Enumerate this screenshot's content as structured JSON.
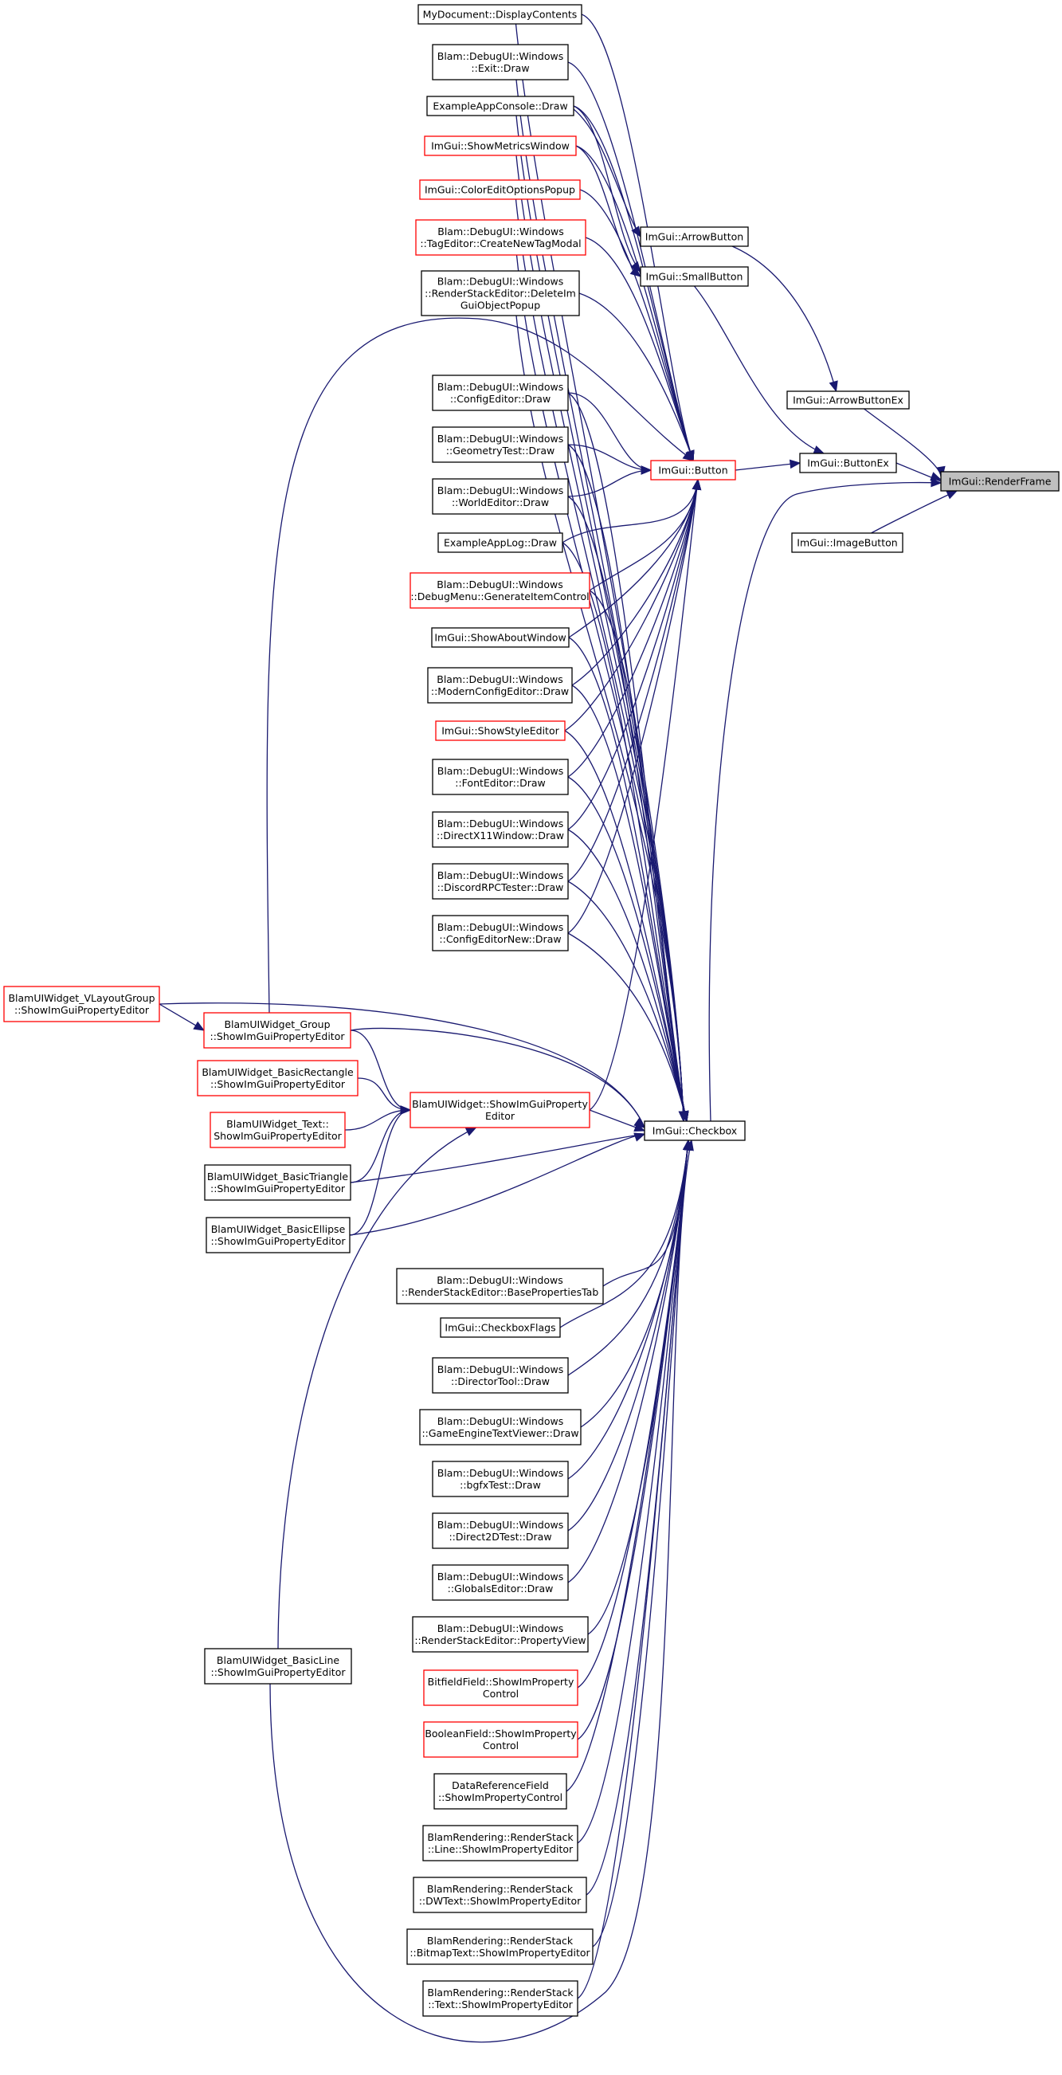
{
  "colors": {
    "edge": "#191970",
    "border": "#000000",
    "border_truncated": "#ff0000",
    "root_fill": "#bfbfbf",
    "background": "#ffffff"
  },
  "nodes": {
    "n_renderframe": {
      "lines": [
        "ImGui::RenderFrame"
      ],
      "style": "root"
    },
    "n_arrowbuttonex": {
      "lines": [
        "ImGui::ArrowButtonEx"
      ],
      "style": "black"
    },
    "n_buttonex": {
      "lines": [
        "ImGui::ButtonEx"
      ],
      "style": "black"
    },
    "n_imagebutton": {
      "lines": [
        "ImGui::ImageButton"
      ],
      "style": "black"
    },
    "n_arrowbutton": {
      "lines": [
        "ImGui::ArrowButton"
      ],
      "style": "black"
    },
    "n_smallbutton": {
      "lines": [
        "ImGui::SmallButton"
      ],
      "style": "black"
    },
    "n_button": {
      "lines": [
        "ImGui::Button"
      ],
      "style": "red"
    },
    "n_checkbox": {
      "lines": [
        "ImGui::Checkbox"
      ],
      "style": "black"
    },
    "n_mydocument": {
      "lines": [
        "MyDocument::DisplayContents"
      ],
      "style": "black"
    },
    "n_exit": {
      "lines": [
        "Blam::DebugUI::Windows",
        "::Exit::Draw"
      ],
      "style": "black"
    },
    "n_appconsole": {
      "lines": [
        "ExampleAppConsole::Draw"
      ],
      "style": "black"
    },
    "n_metrics": {
      "lines": [
        "ImGui::ShowMetricsWindow"
      ],
      "style": "red"
    },
    "n_coloredit": {
      "lines": [
        "ImGui::ColorEditOptionsPopup"
      ],
      "style": "red"
    },
    "n_tageditor": {
      "lines": [
        "Blam::DebugUI::Windows",
        "::TagEditor::CreateNewTagModal"
      ],
      "style": "red"
    },
    "n_deleteimgui": {
      "lines": [
        "Blam::DebugUI::Windows",
        "::RenderStackEditor::DeleteIm",
        "GuiObjectPopup"
      ],
      "style": "black"
    },
    "n_configeditor": {
      "lines": [
        "Blam::DebugUI::Windows",
        "::ConfigEditor::Draw"
      ],
      "style": "black"
    },
    "n_geometrytest": {
      "lines": [
        "Blam::DebugUI::Windows",
        "::GeometryTest::Draw"
      ],
      "style": "black"
    },
    "n_worldeditor": {
      "lines": [
        "Blam::DebugUI::Windows",
        "::WorldEditor::Draw"
      ],
      "style": "black"
    },
    "n_applog": {
      "lines": [
        "ExampleAppLog::Draw"
      ],
      "style": "black"
    },
    "n_debugmenu": {
      "lines": [
        "Blam::DebugUI::Windows",
        "::DebugMenu::GenerateItemControl"
      ],
      "style": "red"
    },
    "n_about": {
      "lines": [
        "ImGui::ShowAboutWindow"
      ],
      "style": "black"
    },
    "n_modernconfig": {
      "lines": [
        "Blam::DebugUI::Windows",
        "::ModernConfigEditor::Draw"
      ],
      "style": "black"
    },
    "n_styleeditor": {
      "lines": [
        "ImGui::ShowStyleEditor"
      ],
      "style": "red"
    },
    "n_fonteditor": {
      "lines": [
        "Blam::DebugUI::Windows",
        "::FontEditor::Draw"
      ],
      "style": "black"
    },
    "n_directx11": {
      "lines": [
        "Blam::DebugUI::Windows",
        "::DirectX11Window::Draw"
      ],
      "style": "black"
    },
    "n_discordrpc": {
      "lines": [
        "Blam::DebugUI::Windows",
        "::DiscordRPCTester::Draw"
      ],
      "style": "black"
    },
    "n_configeditornew": {
      "lines": [
        "Blam::DebugUI::Windows",
        "::ConfigEditorNew::Draw"
      ],
      "style": "black"
    },
    "n_vlayoutgroup": {
      "lines": [
        "BlamUIWidget_VLayoutGroup",
        "::ShowImGuiPropertyEditor"
      ],
      "style": "red"
    },
    "n_group": {
      "lines": [
        "BlamUIWidget_Group",
        "::ShowImGuiPropertyEditor"
      ],
      "style": "red"
    },
    "n_basicrectangle": {
      "lines": [
        "BlamUIWidget_BasicRectangle",
        "::ShowImGuiPropertyEditor"
      ],
      "style": "red"
    },
    "n_widget": {
      "lines": [
        "BlamUIWidget::ShowImGuiProperty",
        "Editor"
      ],
      "style": "red"
    },
    "n_text": {
      "lines": [
        "BlamUIWidget_Text::",
        "ShowImGuiPropertyEditor"
      ],
      "style": "red"
    },
    "n_basictriangle": {
      "lines": [
        "BlamUIWidget_BasicTriangle",
        "::ShowImGuiPropertyEditor"
      ],
      "style": "black"
    },
    "n_basicellipse": {
      "lines": [
        "BlamUIWidget_BasicEllipse",
        "::ShowImGuiPropertyEditor"
      ],
      "style": "black"
    },
    "n_baseproperties": {
      "lines": [
        "Blam::DebugUI::Windows",
        "::RenderStackEditor::BasePropertiesTab"
      ],
      "style": "black"
    },
    "n_checkboxflags": {
      "lines": [
        "ImGui::CheckboxFlags"
      ],
      "style": "black"
    },
    "n_directortool": {
      "lines": [
        "Blam::DebugUI::Windows",
        "::DirectorTool::Draw"
      ],
      "style": "black"
    },
    "n_gameengine": {
      "lines": [
        "Blam::DebugUI::Windows",
        "::GameEngineTextViewer::Draw"
      ],
      "style": "black"
    },
    "n_bgfxtest": {
      "lines": [
        "Blam::DebugUI::Windows",
        "::bgfxTest::Draw"
      ],
      "style": "black"
    },
    "n_direct2d": {
      "lines": [
        "Blam::DebugUI::Windows",
        "::Direct2DTest::Draw"
      ],
      "style": "black"
    },
    "n_globalseditor": {
      "lines": [
        "Blam::DebugUI::Windows",
        "::GlobalsEditor::Draw"
      ],
      "style": "black"
    },
    "n_propertyview": {
      "lines": [
        "Blam::DebugUI::Windows",
        "::RenderStackEditor::PropertyView"
      ],
      "style": "black"
    },
    "n_basicline": {
      "lines": [
        "BlamUIWidget_BasicLine",
        "::ShowImGuiPropertyEditor"
      ],
      "style": "black"
    },
    "n_bitfield": {
      "lines": [
        "BitfieldField::ShowImProperty",
        "Control"
      ],
      "style": "red"
    },
    "n_boolean": {
      "lines": [
        "BooleanField::ShowImProperty",
        "Control"
      ],
      "style": "red"
    },
    "n_datareference": {
      "lines": [
        "DataReferenceField",
        "::ShowImPropertyControl"
      ],
      "style": "black"
    },
    "n_rsline": {
      "lines": [
        "BlamRendering::RenderStack",
        "::Line::ShowImPropertyEditor"
      ],
      "style": "black"
    },
    "n_rsdwtext": {
      "lines": [
        "BlamRendering::RenderStack",
        "::DWText::ShowImPropertyEditor"
      ],
      "style": "black"
    },
    "n_rsbitmaptext": {
      "lines": [
        "BlamRendering::RenderStack",
        "::BitmapText::ShowImPropertyEditor"
      ],
      "style": "black"
    },
    "n_rstext": {
      "lines": [
        "BlamRendering::RenderStack",
        "::Text::ShowImPropertyEditor"
      ],
      "style": "black"
    }
  }
}
